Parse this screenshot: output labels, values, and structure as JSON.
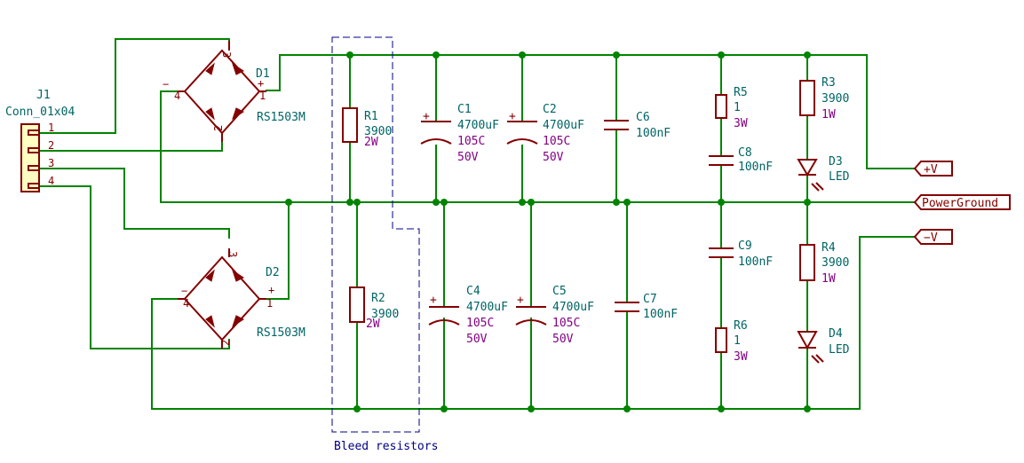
{
  "connector": {
    "ref": "J1",
    "value": "Conn_01x04",
    "pins": [
      "1",
      "2",
      "3",
      "4"
    ]
  },
  "bridges": [
    {
      "ref": "D1",
      "value": "RS1503M",
      "pins": [
        "3",
        "1",
        "2",
        "4"
      ],
      "plus": "+",
      "minus": "−"
    },
    {
      "ref": "D2",
      "value": "RS1503M",
      "pins": [
        "3",
        "1",
        "2",
        "4"
      ],
      "plus": "+",
      "minus": "−"
    }
  ],
  "resistors": [
    {
      "ref": "R1",
      "value": "3900",
      "field": "2W"
    },
    {
      "ref": "R2",
      "value": "3900",
      "field": "2W"
    },
    {
      "ref": "R3",
      "value": "3900",
      "field": "1W"
    },
    {
      "ref": "R4",
      "value": "3900",
      "field": "1W"
    },
    {
      "ref": "R5",
      "value": "1",
      "field": "3W"
    },
    {
      "ref": "R6",
      "value": "1",
      "field": "3W"
    }
  ],
  "electrolytics": [
    {
      "ref": "C1",
      "value": "4700uF",
      "temp": "105C",
      "voltage": "50V"
    },
    {
      "ref": "C2",
      "value": "4700uF",
      "temp": "105C",
      "voltage": "50V"
    },
    {
      "ref": "C4",
      "value": "4700uF",
      "temp": "105C",
      "voltage": "50V"
    },
    {
      "ref": "C5",
      "value": "4700uF",
      "temp": "105C",
      "voltage": "50V"
    }
  ],
  "capacitors": [
    {
      "ref": "C6",
      "value": "100nF"
    },
    {
      "ref": "C7",
      "value": "100nF"
    },
    {
      "ref": "C8",
      "value": "100nF"
    },
    {
      "ref": "C9",
      "value": "100nF"
    }
  ],
  "leds": [
    {
      "ref": "D3",
      "value": "LED"
    },
    {
      "ref": "D4",
      "value": "LED"
    }
  ],
  "labels": {
    "pos": "+V",
    "gnd": "PowerGround",
    "neg": "−V"
  },
  "bleed_note": "Bleed resistors",
  "polarity_mark": "+",
  "colors": {
    "wire": "#008400",
    "component": "#840000",
    "reference": "#006464",
    "field": "#840084",
    "note": "#000084"
  }
}
